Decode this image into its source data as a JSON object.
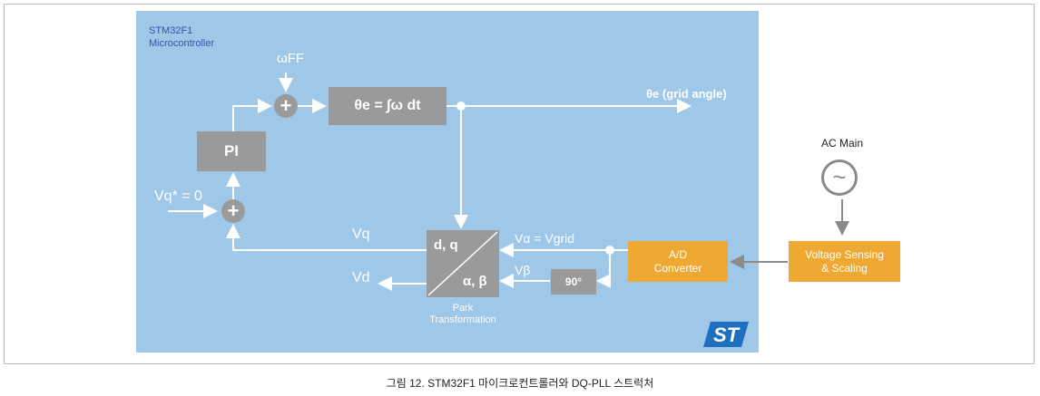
{
  "mcu": {
    "name": "STM32F1",
    "subtitle": "Microcontroller"
  },
  "blocks": {
    "pi": "PI",
    "integrator_lhs": "θe =",
    "integrator_rhs": "∫ω dt",
    "park_top": "d, q",
    "park_bottom": "α, β",
    "park_label_line1": "Park",
    "park_label_line2": "Transformation",
    "shift": "90°",
    "adc": "A/D\nConverter",
    "sensing": "Voltage Sensing\n& Scaling"
  },
  "signals": {
    "omega_ff": "ωFF",
    "theta_out": "θe (grid angle)",
    "vq_ref": "Vq* = 0",
    "vq": "Vq",
    "vd": "Vd",
    "valpha": "Vα = Vgrid",
    "vbeta": "Vβ"
  },
  "ac_main": {
    "label": "AC Main",
    "symbol": "~"
  },
  "logo": "ST",
  "caption": "그림 12. STM32F1 마이크로컨트롤러와 DQ-PLL 스트럭처",
  "colors": {
    "mcu_bg": "#9ec7e8",
    "block_gray": "#9a9a9a",
    "block_orange": "#efa832",
    "wire_white": "#ffffff",
    "wire_gray": "#8a8a8a",
    "logo_blue": "#1f6fc0"
  }
}
